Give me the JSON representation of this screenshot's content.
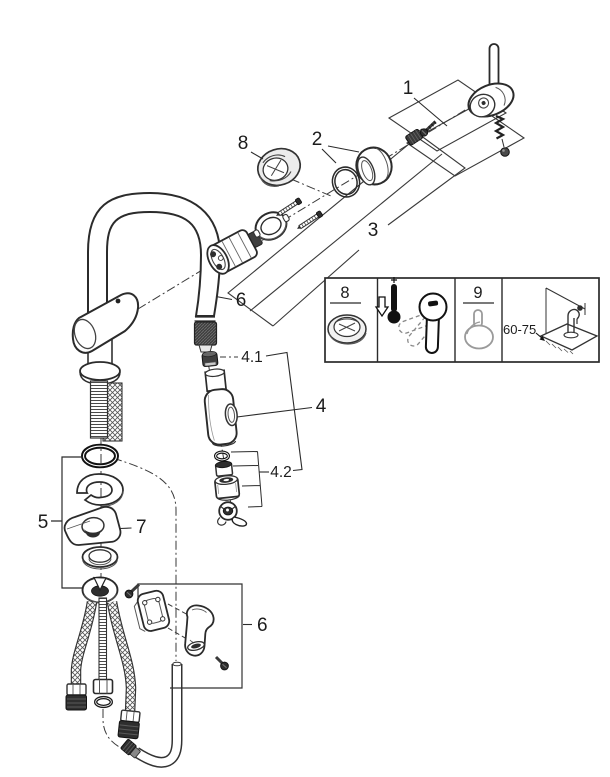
{
  "page": {
    "background": "#ffffff"
  },
  "diagram": {
    "kind": "exploded-parts-diagram",
    "subject": "single-lever pull-out kitchen faucet",
    "callouts": {
      "n1": "1",
      "n2": "2",
      "n3": "3",
      "n4": "4",
      "n4_1": "4.1",
      "n4_2": "4.2",
      "n5": "5",
      "n6_hose": "6",
      "n6_weight": "6",
      "n7": "7",
      "n8": "8"
    },
    "inset": {
      "cell_8_label": "8",
      "cell_9_label": "9",
      "dimension": "60-75",
      "icons": [
        "dome-cap-icon",
        "down-arrow-icon",
        "thermometer-icon",
        "handle-rotation-icon",
        "lever-icon",
        "counter-mounting-icon"
      ]
    },
    "colors": {
      "line": "#2b2b2b",
      "dark_fill": "#2e2e2e",
      "shade": "#ededed"
    }
  }
}
